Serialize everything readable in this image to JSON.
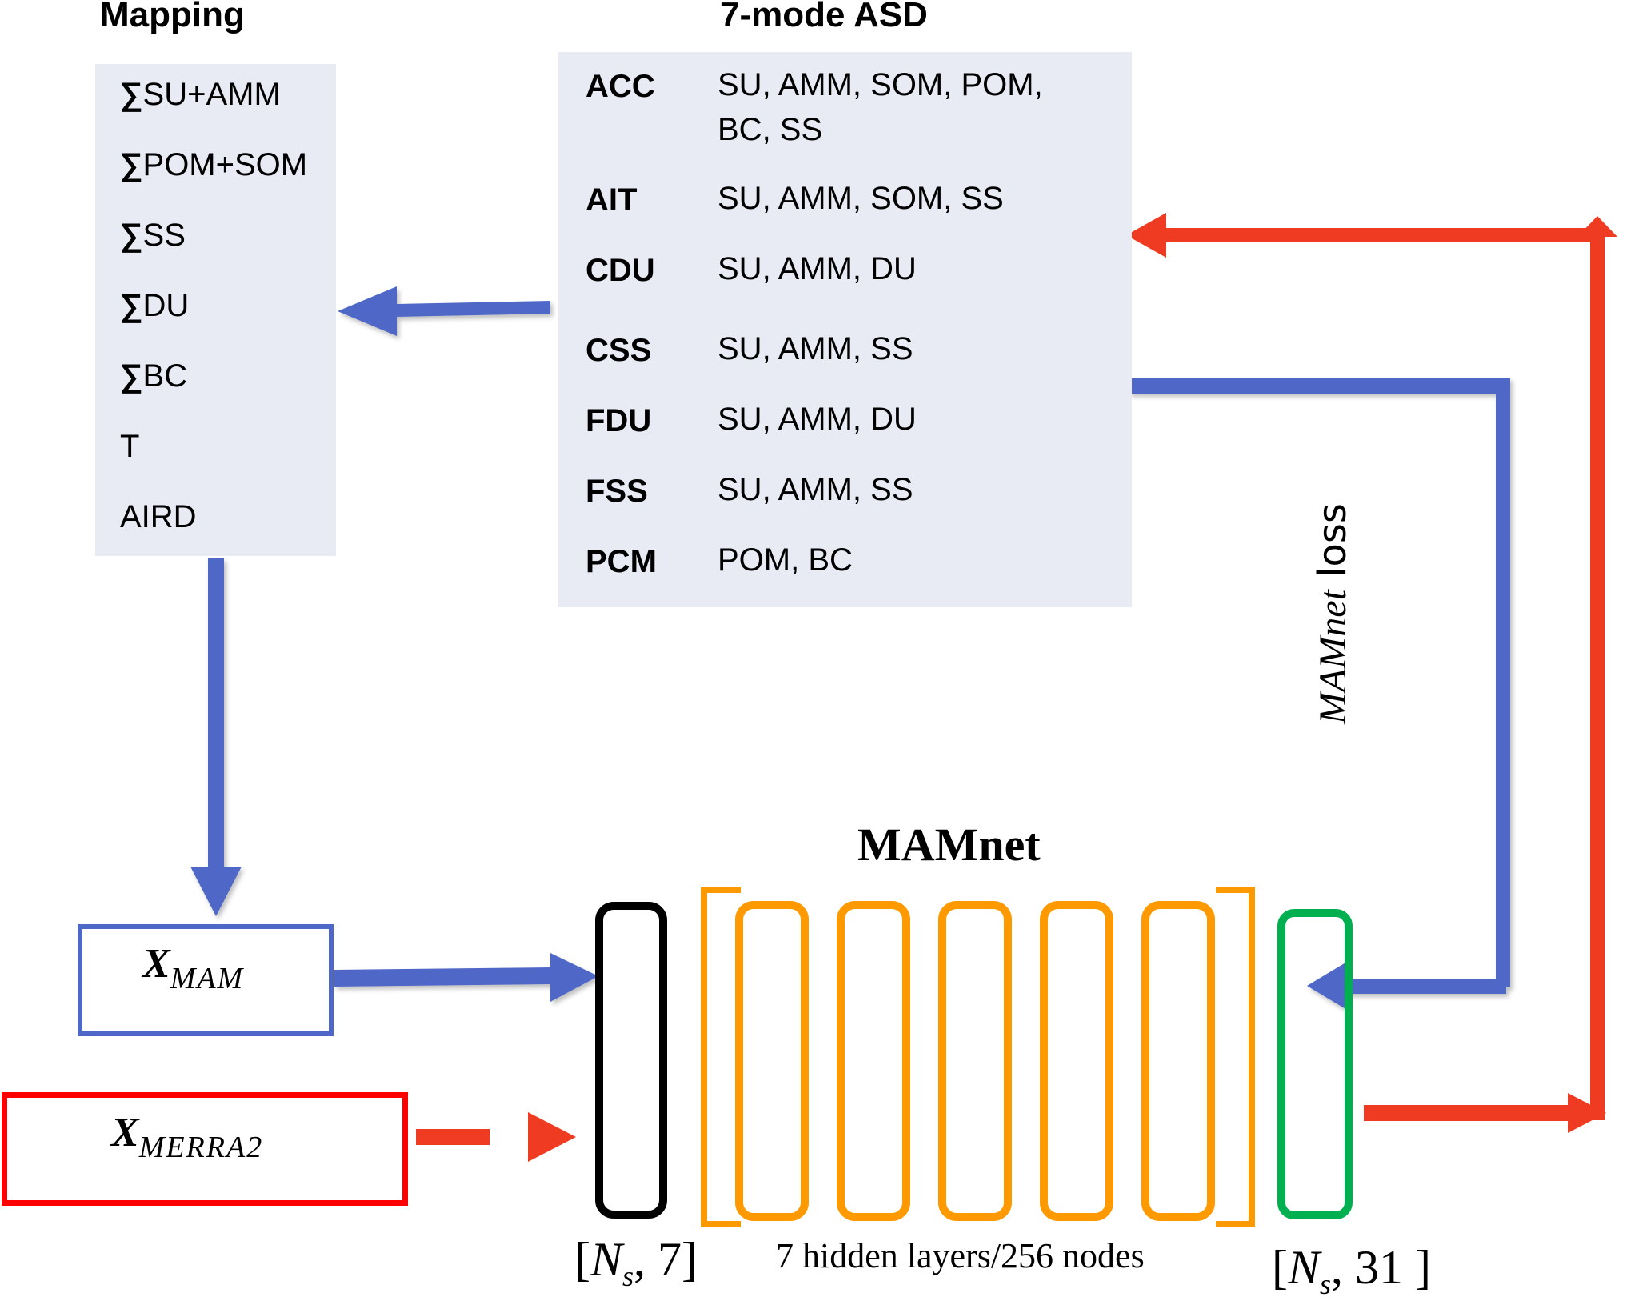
{
  "mapping": {
    "title": "Mapping",
    "items": [
      {
        "sigma": "∑",
        "label": "SU+AMM"
      },
      {
        "sigma": "∑",
        "label": "POM+SOM"
      },
      {
        "sigma": "∑",
        "label": "SS"
      },
      {
        "sigma": "∑",
        "label": "DU"
      },
      {
        "sigma": "∑",
        "label": "BC"
      },
      {
        "sigma": "",
        "label": "T"
      },
      {
        "sigma": "",
        "label": "AIRD"
      }
    ]
  },
  "asd": {
    "title": "7-mode ASD",
    "modes": [
      {
        "mode": "ACC",
        "components": "SU, AMM, SOM, POM, BC, SS"
      },
      {
        "mode": "AIT",
        "components": "SU, AMM, SOM, SS"
      },
      {
        "mode": "CDU",
        "components": "SU, AMM, DU"
      },
      {
        "mode": "CSS",
        "components": "SU, AMM, SS"
      },
      {
        "mode": "FDU",
        "components": "SU, AMM, DU"
      },
      {
        "mode": "FSS",
        "components": "SU, AMM, SS"
      },
      {
        "mode": "PCM",
        "components": "POM, BC"
      }
    ]
  },
  "inputs": {
    "x_mam": {
      "base": "X",
      "sub": "MAM"
    },
    "x_merra2": {
      "base": "X",
      "sub": "MERRA2"
    }
  },
  "network": {
    "title": "MAMnet",
    "input_shape": {
      "open": "[",
      "var": "N",
      "sub": "s",
      "rest": ", 7]"
    },
    "hidden_label": "7 hidden layers/256 nodes",
    "hidden_layers_drawn": 5,
    "output_shape": {
      "open": "[",
      "var": "N",
      "sub": "s",
      "rest": ", 31 ]"
    }
  },
  "loss": {
    "italic": "MAMnet",
    "rest": " loss"
  },
  "colors": {
    "panel": "#e8eaf4",
    "blue_arrow": "#4f67c8",
    "red_arrow": "#ef3b22",
    "merra_box": "#ff0000",
    "input_layer": "#000000",
    "hidden": "#ff9900",
    "output_layer": "#00b050"
  }
}
